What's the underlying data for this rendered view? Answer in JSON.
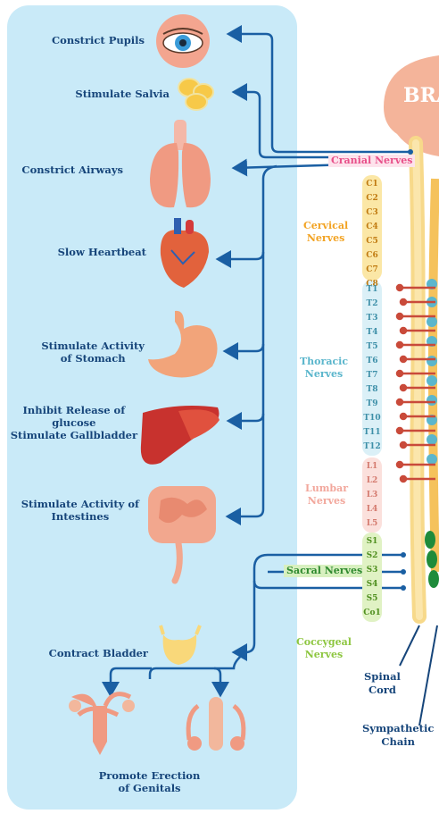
{
  "organs": {
    "pupils": "Constrict Pupils",
    "salvia": "Stimulate Salvia",
    "airways": "Constrict Airways",
    "heart": "Slow Heartbeat",
    "stomach_1": "Stimulate Activity",
    "stomach_2": "of Stomach",
    "liver_1": "Inhibit Release of",
    "liver_2": "glucose",
    "liver_3": "Stimulate Gallbladder",
    "intestines_1": "Stimulate Activity of",
    "intestines_2": "Intestines",
    "bladder": "Contract Bladder",
    "genitals_1": "Promote Erection",
    "genitals_2": "of Genitals"
  },
  "brain_label": "BRA",
  "nerve_tags": {
    "cranial": "Cranial Nerves",
    "sacral": "Sacral Nerves"
  },
  "sections": {
    "cervical_1": "Cervical",
    "cervical_2": "Nerves",
    "thoracic_1": "Thoracic",
    "thoracic_2": "Nerves",
    "lumbar_1": "Lumbar",
    "lumbar_2": "Nerves",
    "coccygeal_1": "Coccygeal",
    "coccygeal_2": "Nerves"
  },
  "segments": {
    "cervical": [
      "C1",
      "C2",
      "C3",
      "C4",
      "C5",
      "C6",
      "C7",
      "C8"
    ],
    "thoracic": [
      "T1",
      "T2",
      "T3",
      "T4",
      "T5",
      "T6",
      "T7",
      "T8",
      "T9",
      "T10",
      "T11",
      "T12"
    ],
    "lumbar": [
      "L1",
      "L2",
      "L3",
      "L4",
      "L5"
    ],
    "sacral": [
      "S1",
      "S2",
      "S3",
      "S4",
      "S5"
    ],
    "coccygeal": [
      "Co1"
    ]
  },
  "footer": {
    "spinal_1": "Spinal",
    "spinal_2": "Cord",
    "sympathetic_1": "Sympathetic",
    "sympathetic_2": "Chain"
  },
  "colors": {
    "panel": "#c9eaf8",
    "arrow": "#1a5fa3",
    "label": "#16457a",
    "cervical": "#f2a323",
    "thoracic": "#7ec7de",
    "lumbar": "#f2a79c",
    "sacral": "#8dc63f",
    "cranial": "#e8508a"
  }
}
